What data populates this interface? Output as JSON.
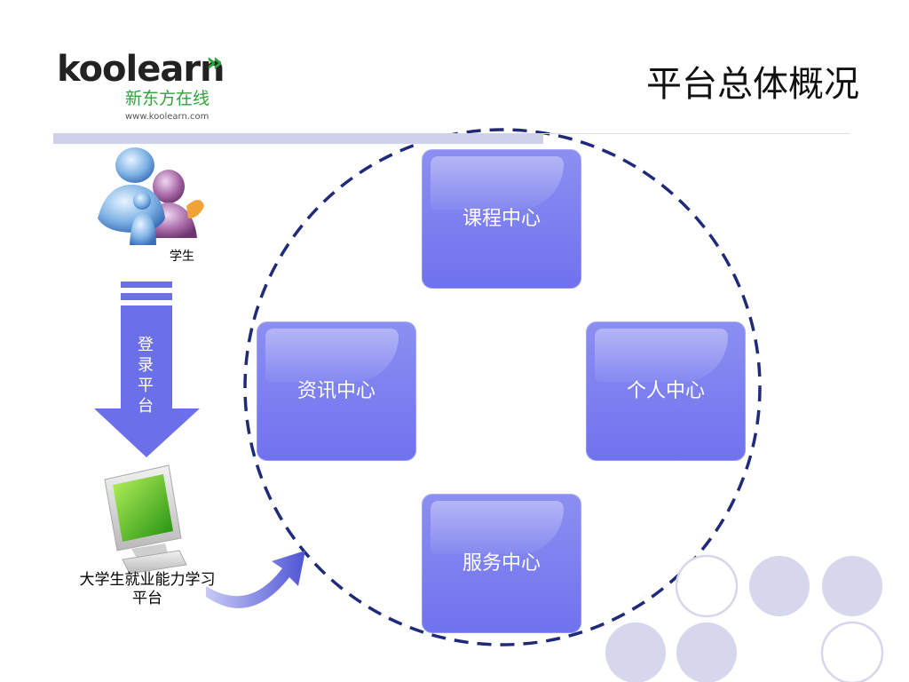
{
  "logo": {
    "wordmark": "koolearn",
    "chinese": "新东方在线",
    "url": "www.koolearn.com",
    "arrows": "»"
  },
  "title": "平台总体概况",
  "diagram": {
    "student_label": "学生",
    "login_text": "登录平台",
    "platform_label": "大学生就业能力学习平台",
    "center_items": [
      {
        "label": "课程中心"
      },
      {
        "label": "资讯中心"
      },
      {
        "label": "个人中心"
      },
      {
        "label": "服务中心"
      }
    ]
  },
  "colors": {
    "box_fill": "#7b7ef0",
    "dashed_circle": "#1f2a7a",
    "arrow": "#5a62d8",
    "brand_green": "#2fa33a",
    "decor_circle": "#d6d6ec"
  },
  "icons": [
    "users-icon",
    "computer-icon",
    "down-arrow-icon",
    "curved-arrow-icon"
  ]
}
